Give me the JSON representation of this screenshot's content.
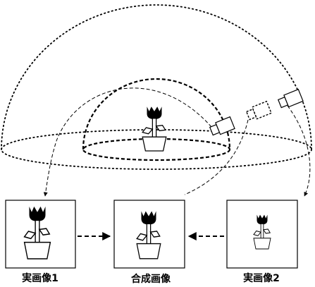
{
  "captions": {
    "real_image_1": "実画像1",
    "synthetic_image": "合成画像",
    "real_image_2": "実画像2"
  },
  "colors": {
    "line": "#000000",
    "background": "#ffffff"
  },
  "icons": {
    "plant": "potted-tulip-icon",
    "camera": "camera-icon",
    "virtual_camera": "virtual-camera-icon"
  }
}
